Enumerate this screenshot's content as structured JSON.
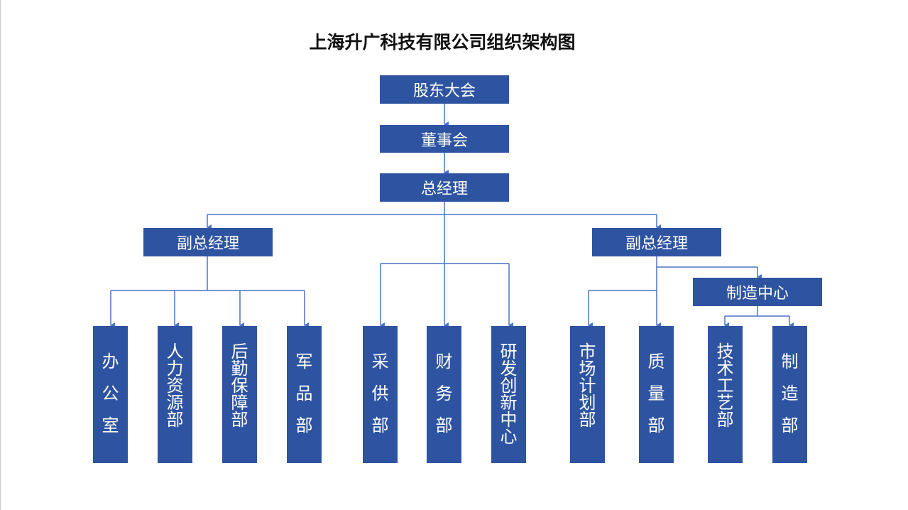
{
  "title": "上海升广科技有限公司组织架构图",
  "colors": {
    "box": "#2e54a1",
    "line": "#4a72c4"
  },
  "nodes": {
    "shareholders": "股东大会",
    "board": "董事会",
    "gm": "总经理",
    "vgm_left": "副总经理",
    "vgm_right": "副总经理",
    "manufacturing_center": "制造中心"
  },
  "departments": {
    "office": "办公室",
    "hr": "人力资源部",
    "logistics": "后勤保障部",
    "military": "军品部",
    "procurement": "采供部",
    "finance": "财务部",
    "rnd": "研发创新中心",
    "marketing": "市场计划部",
    "quality": "质量部",
    "tech_process": "技术工艺部",
    "manufacturing": "制造部"
  }
}
